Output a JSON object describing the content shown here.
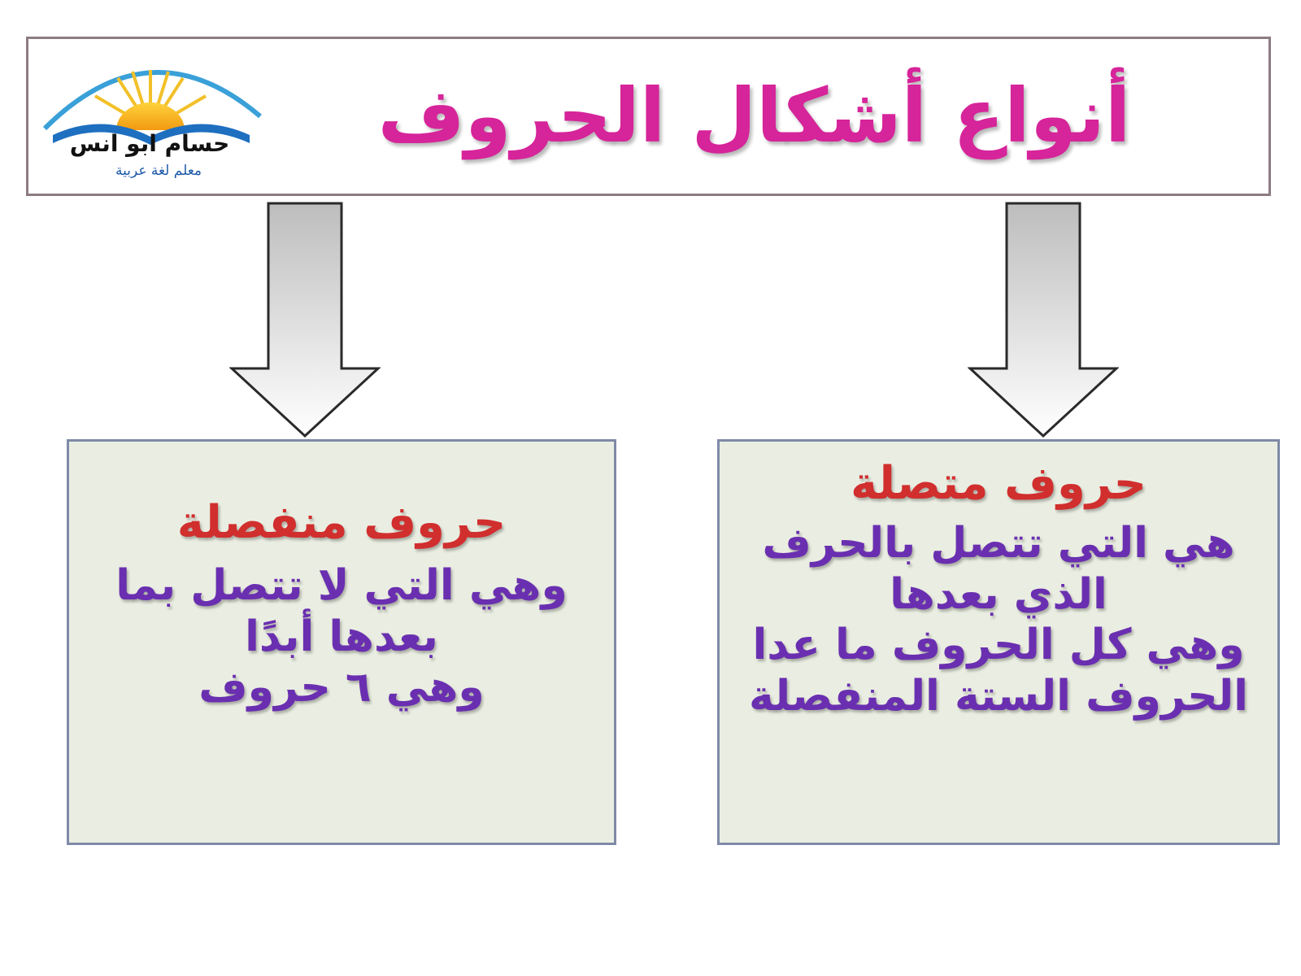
{
  "title": "أنواع أشكال الحروف",
  "logo": {
    "name": "حسام ابو انس",
    "subtitle": "معلم لغة عربية"
  },
  "branches": {
    "right": {
      "heading": "حروف متصلة",
      "lines": [
        "هي التي تتصل بالحرف",
        "الذي بعدها",
        "وهي كل الحروف ما عدا",
        "الحروف الستة المنفصلة"
      ]
    },
    "left": {
      "heading": "حروف منفصلة",
      "lines": [
        "وهي التي لا تتصل بما",
        "بعدها أبدًا",
        "وهي ٦ حروف"
      ]
    }
  },
  "colors": {
    "title": "#d6249a",
    "heading": "#d12e2e",
    "body": "#6a2fb0",
    "box_fill": "#eaeee2",
    "box_border": "#7f8aa8"
  }
}
